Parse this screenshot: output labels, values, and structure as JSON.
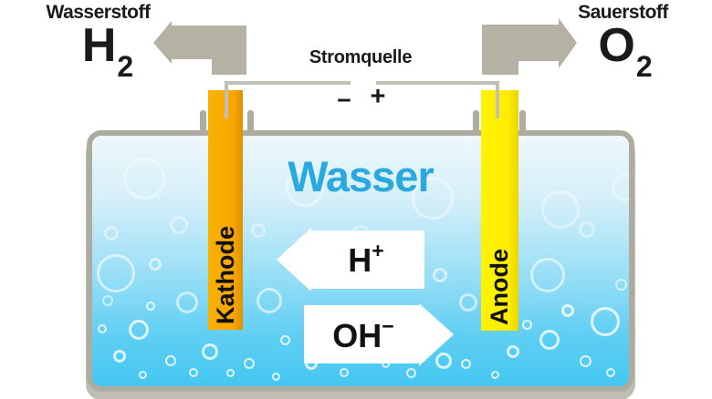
{
  "colors": {
    "cathode": "#F7A600",
    "cathode_edge": "#DE9200",
    "anode": "#FFEC00",
    "anode_edge": "#E9D600",
    "arrow_gray": "#B5B2A4",
    "rim_gray": "#AEABA1",
    "wire_gray": "#C2BFB5",
    "shadow_gray": "#C0BDB2",
    "water_top": "#EEF8FC",
    "water_bottom": "#45C7F1",
    "water_label": "#29A9E0",
    "ink": "#1A1A1A"
  },
  "gases": {
    "left": {
      "name": "Wasserstoff",
      "symbol": "H",
      "subscript": "2"
    },
    "right": {
      "name": "Sauerstoff",
      "symbol": "O",
      "subscript": "2"
    }
  },
  "power_source": {
    "label": "Stromquelle",
    "negative_terminal": "−",
    "positive_terminal": "+"
  },
  "cell": {
    "water_label": "Wasser",
    "cathode_label": "Kathode",
    "anode_label": "Anode",
    "hydrogen_ion": {
      "symbol": "H",
      "charge": "+"
    },
    "hydroxide_ion": {
      "symbol": "OH",
      "charge": "−"
    }
  }
}
